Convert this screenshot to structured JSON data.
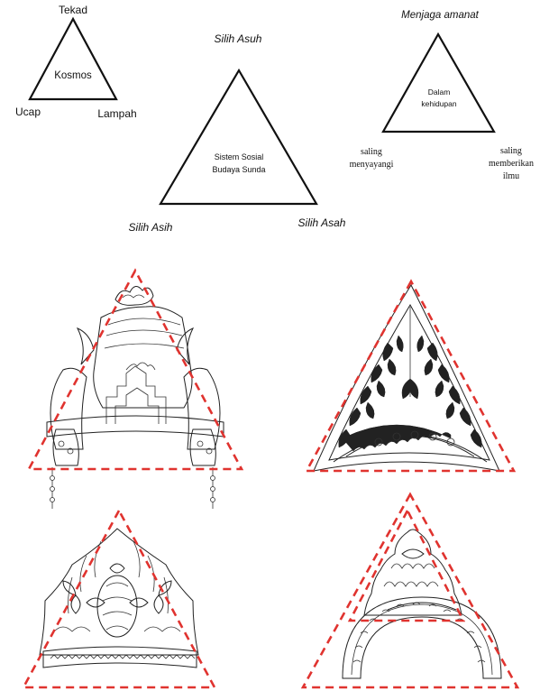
{
  "diagram1": {
    "top": "Tekad",
    "center": "Kosmos",
    "left": "Ucap",
    "right": "Lampah"
  },
  "diagram2": {
    "top": "Silih Asuh",
    "center_line1": "Sistem Sosial",
    "center_line2": "Budaya Sunda",
    "left": "Silih Asih",
    "right": "Silih Asah"
  },
  "diagram3": {
    "top": "Menjaga amanat",
    "center_line1": "Dalam",
    "center_line2": "kehidupan",
    "left_line1": "saling",
    "left_line2": "menyayangi",
    "right_line1": "saling",
    "right_line2": "memberikan",
    "right_line3": "ilmu"
  },
  "colors": {
    "outline": "#111111",
    "overlay_dash": "#e0332f"
  },
  "illustrations": [
    {
      "icon": "siger-crown-drawing"
    },
    {
      "icon": "ornamental-triangle-drawing"
    },
    {
      "icon": "floral-crown-drawing"
    },
    {
      "icon": "arched-crown-drawing"
    }
  ]
}
